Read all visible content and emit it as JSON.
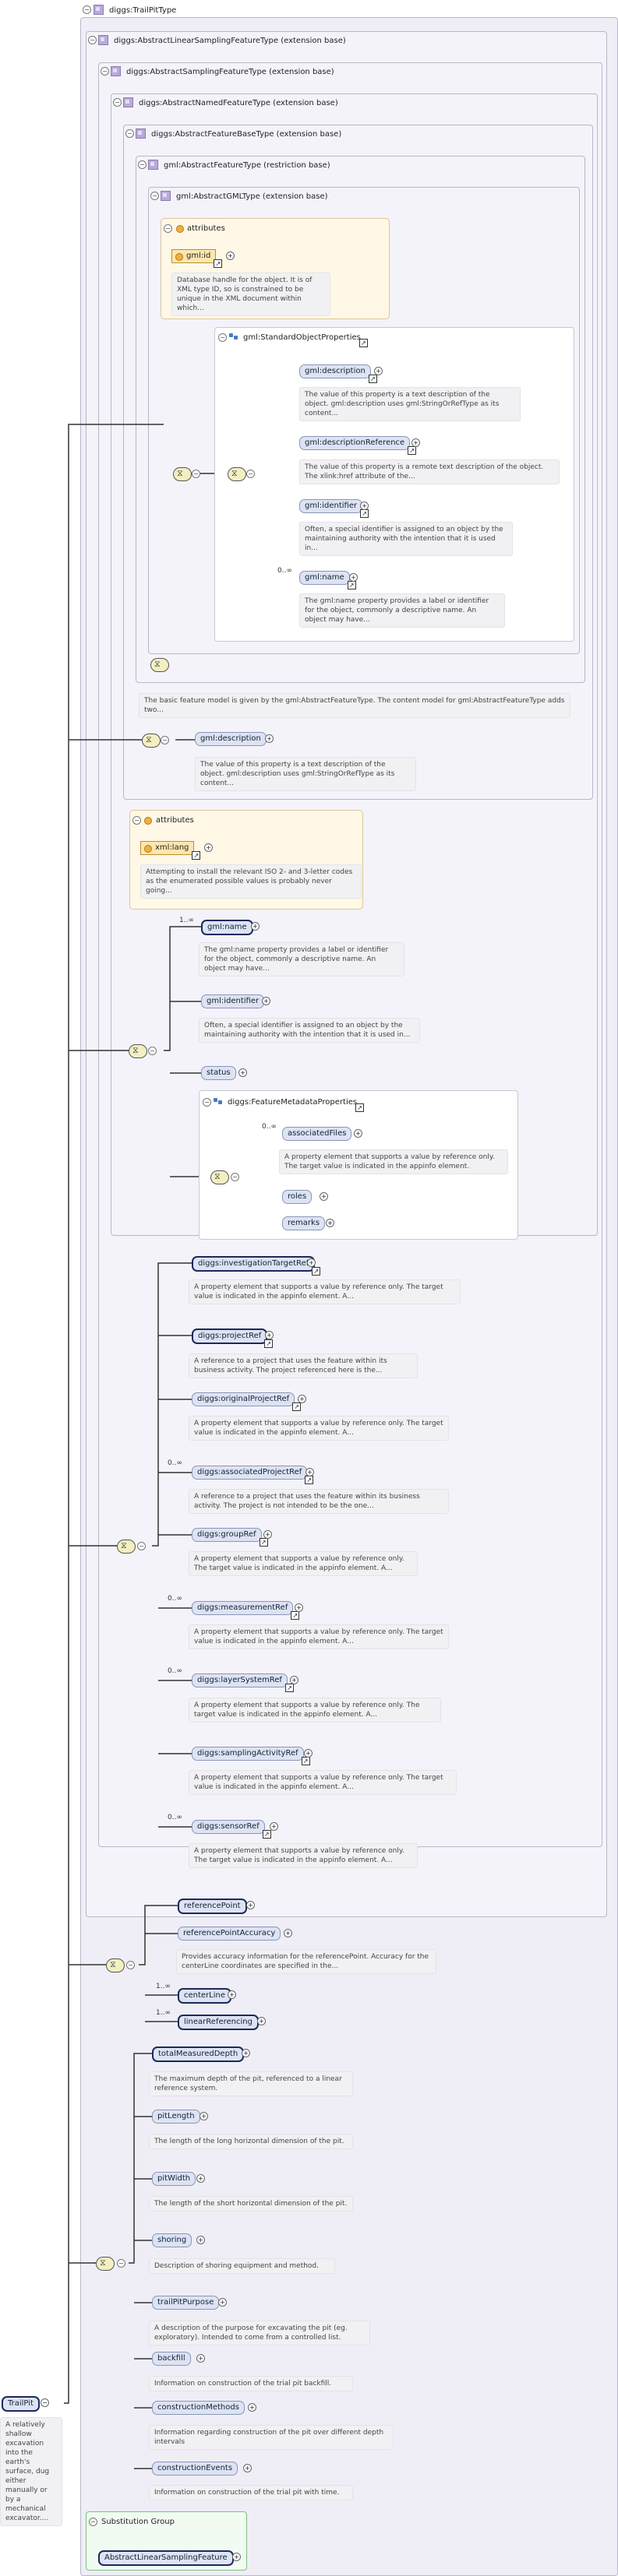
{
  "root": {
    "title": "diggs:TrailPitType"
  },
  "ext": {
    "alsft": "diggs:AbstractLinearSamplingFeatureType (extension base)",
    "asft": "diggs:AbstractSamplingFeatureType (extension base)",
    "anft": "diggs:AbstractNamedFeatureType (extension base)",
    "afbt": "diggs:AbstractFeatureBaseType (extension base)",
    "gaft": "gml:AbstractFeatureType (restriction base)",
    "gagt": "gml:AbstractGMLType (extension base)"
  },
  "labels": {
    "attributes": "attributes",
    "substitution_group": "Substitution Group"
  },
  "attrs": {
    "gml_id": "gml:id",
    "gml_id_doc": "Database handle for the object. It is of XML type ID, so is constrained to be unique in the XML document within which...",
    "xml_lang": "xml:lang",
    "xml_lang_doc": "Attempting to install the relevant ISO 2- and 3-letter codes as the enumerated possible values is probably never going..."
  },
  "gml_std": {
    "group": "gml:StandardObjectProperties",
    "description": "gml:description",
    "description_doc": "The value of this property is a text description of the object. gml:description uses gml:StringOrRefType as its content...",
    "descref": "gml:descriptionReference",
    "descref_doc": "The value of this property is a remote text description of the object. The xlink:href attribute of the...",
    "identifier": "gml:identifier",
    "identifier_doc": "Often, a special identifier is assigned to an object by the maintaining authority with the intention that it is used in...",
    "name_card": "0..∞",
    "name": "gml:name",
    "name_doc": "The gml:name property provides a label or identifier for the object, commonly a descriptive name. An object may have..."
  },
  "afbt_doc": "The basic feature model is given by the gml:AbstractFeatureType. The content model for gml:AbstractFeatureType adds two...",
  "afbt_desc": {
    "label": "gml:description",
    "doc": "The value of this property is a text description of the object. gml:description uses gml:StringOrRefType as its content..."
  },
  "named": {
    "name_card": "1..∞",
    "name": "gml:name",
    "name_doc": "The gml:name property provides a label or identifier for the object, commonly a descriptive name. An object may have...",
    "identifier": "gml:identifier",
    "identifier_doc": "Often, a special identifier is assigned to an object by the maintaining authority with the intention that it is used in...",
    "status": "status",
    "fmp_group": "diggs:FeatureMetadataProperties",
    "af_card": "0..∞",
    "associatedFiles": "associatedFiles",
    "af_doc": "A property element that supports a value by reference only. The target value is indicated in the appinfo element.",
    "roles": "roles",
    "remarks": "remarks"
  },
  "sampling": {
    "items": [
      {
        "label": "diggs:investigationTargetRef",
        "card": "",
        "req": true,
        "doc": "A property element that supports a value by reference only. The target value is indicated in the appinfo element. A..."
      },
      {
        "label": "diggs:projectRef",
        "card": "",
        "req": true,
        "doc": "A reference to a project that uses the feature within its business activity. The project referenced here is the..."
      },
      {
        "label": "diggs:originalProjectRef",
        "card": "",
        "req": false,
        "doc": "A property element that supports a value by reference only. The target value is indicated in the appinfo element. A..."
      },
      {
        "label": "diggs:associatedProjectRef",
        "card": "0..∞",
        "req": false,
        "doc": "A reference to a project that uses the feature within its business activity. The project is not intended to be the one..."
      },
      {
        "label": "diggs:groupRef",
        "card": "",
        "req": false,
        "doc": "A property element that supports a value by reference only. The target value is indicated in the appinfo element. A..."
      },
      {
        "label": "diggs:measurementRef",
        "card": "0..∞",
        "req": false,
        "doc": "A property element that supports a value by reference only. The target value is indicated in the appinfo element. A..."
      },
      {
        "label": "diggs:layerSystemRef",
        "card": "0..∞",
        "req": false,
        "doc": "A property element that supports a value by reference only. The target value is indicated in the appinfo element. A..."
      },
      {
        "label": "diggs:samplingActivityRef",
        "card": "",
        "req": false,
        "doc": "A property element that supports a value by reference only. The target value is indicated in the appinfo element. A..."
      },
      {
        "label": "diggs:sensorRef",
        "card": "0..∞",
        "req": false,
        "doc": "A property element that supports a value by reference only. The target value is indicated in the appinfo element. A..."
      }
    ]
  },
  "linear": {
    "referencePoint": "referencePoint",
    "referencePointAccuracy": "referencePointAccuracy",
    "rpa_doc": "Provides accuracy information for the referencePoint. Accuracy for the centerLine coordinates are specified in the...",
    "centerLine_card": "1..∞",
    "centerLine": "centerLine",
    "linearReferencing_card": "1..∞",
    "linearReferencing": "linearReferencing"
  },
  "trailpit": {
    "label": "TrailPit",
    "doc": "A relatively shallow excavation into the earth's surface, dug either manually or by a mechanical excavator....",
    "items": [
      {
        "label": "totalMeasuredDepth",
        "req": true,
        "doc": "The maximum depth of the pit, referenced to a linear reference system."
      },
      {
        "label": "pitLength",
        "req": false,
        "doc": "The length of the long horizontal dimension of the pit."
      },
      {
        "label": "pitWidth",
        "req": false,
        "doc": "The length of the short horizontal dimension of the pit."
      },
      {
        "label": "shoring",
        "req": false,
        "doc": "Description of shoring equipment and method."
      },
      {
        "label": "trailPitPurpose",
        "req": false,
        "doc": "A description of the purpose for excavating the pit (eg. exploratory). Intended to come from a controlled list."
      },
      {
        "label": "backfill",
        "req": false,
        "doc": "Information on construction of the trial pit backfill."
      },
      {
        "label": "constructionMethods",
        "req": false,
        "doc": "Information regarding construction of the pit over different depth intervals"
      },
      {
        "label": "constructionEvents",
        "req": false,
        "doc": "Information on construction of the trial pit with time."
      }
    ]
  },
  "subst": {
    "item": "AbstractLinearSamplingFeature"
  }
}
